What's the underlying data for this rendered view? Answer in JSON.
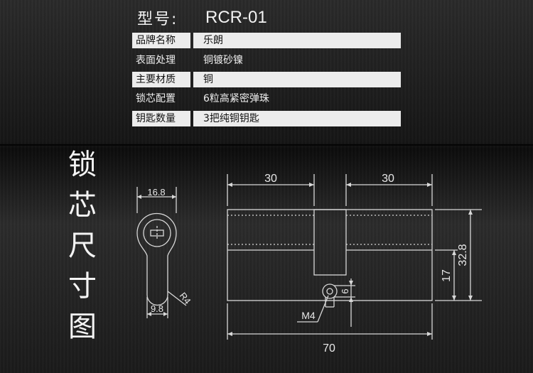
{
  "header": {
    "model_label": "型号:",
    "model_value": "RCR-01"
  },
  "specs": [
    {
      "key": "品牌名称",
      "value": "乐朗"
    },
    {
      "key": "表面处理",
      "value": "铜镀砂镍"
    },
    {
      "key": "主要材质",
      "value": "铜"
    },
    {
      "key": "锁芯配置",
      "value": "6粒高紧密弹珠"
    },
    {
      "key": "钥匙数量",
      "value": "3把纯铜钥匙"
    }
  ],
  "side_title": [
    "锁",
    "芯",
    "尺",
    "寸",
    "图"
  ],
  "drawing": {
    "side_view": {
      "top_width": "16.8",
      "bottom_width": "9.8",
      "radius": "R4"
    },
    "front_view": {
      "left_dim": "30",
      "right_dim": "30",
      "total_length": "70",
      "height": "32.8",
      "center_height": "17",
      "screw": "M4",
      "screw_offset": "6"
    }
  },
  "colors": {
    "background": "#1a1a1a",
    "light_row": "#ececec",
    "line": "#d8d8d8"
  }
}
